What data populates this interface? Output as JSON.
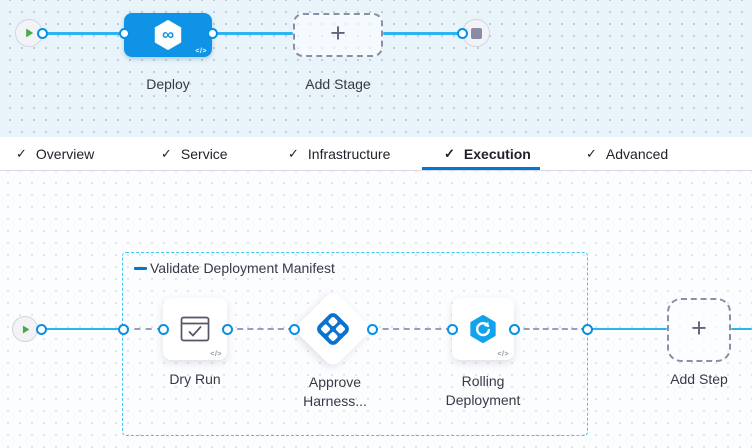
{
  "icons": {
    "check": "✓",
    "plus": "+",
    "code": "</>",
    "infinity": "∞"
  },
  "stage_canvas": {
    "deploy": {
      "label": "Deploy"
    },
    "add_stage": {
      "label": "Add Stage"
    }
  },
  "tab_bar": {
    "tabs": [
      {
        "label": "Overview"
      },
      {
        "label": "Service"
      },
      {
        "label": "Infrastructure"
      },
      {
        "label": "Execution",
        "active": true
      },
      {
        "label": "Advanced"
      }
    ]
  },
  "execution_canvas": {
    "group_label": "Validate Deployment Manifest",
    "steps": {
      "dry_run": {
        "label": "Dry Run"
      },
      "approve": {
        "label_line1": "Approve",
        "label_line2": "Harness..."
      },
      "rolling": {
        "label_line1": "Rolling",
        "label_line2": "Deployment"
      }
    },
    "add_step": {
      "label": "Add Step"
    }
  },
  "colors": {
    "accent_blue": "#0278d5",
    "deploy_node_blue": "#0e93e6",
    "line_cyan": "#2db3f0",
    "group_dash_cyan": "#3fc6f2",
    "ring_blue": "#0a90e2",
    "approve_icon_blue": "#0b72d0",
    "rolling_icon_blue": "#12a3ef",
    "play_green": "#49a949",
    "text_dark": "#383946"
  }
}
